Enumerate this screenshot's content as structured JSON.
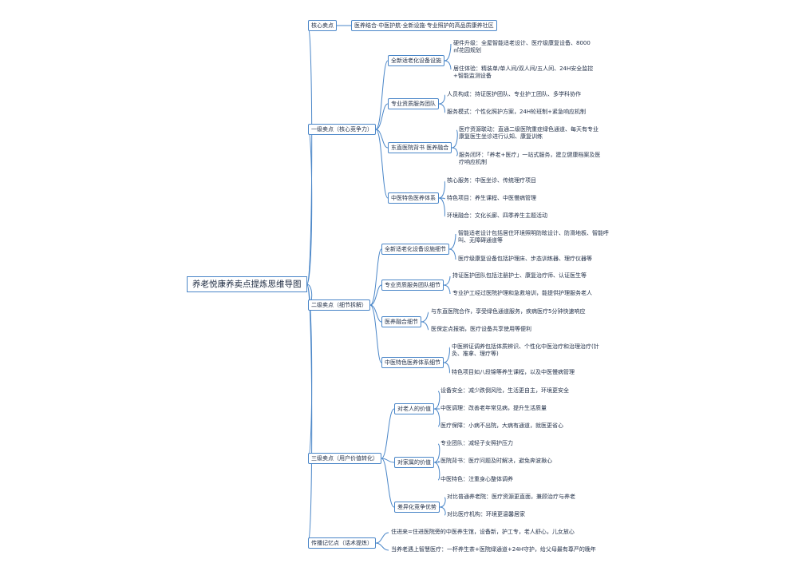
{
  "root": "养老悦康养卖点提炼思维导图",
  "branches": {
    "core": {
      "label": "核心卖点",
      "text": "医养结合·中医护航·全新设施·专业照护的高品质康养社区"
    },
    "level1": {
      "label": "一级卖点（核心竞争力）",
      "groups": [
        {
          "label": "全新适老化设备设施",
          "items": [
            "硬件升级：全屋智能适老设计、医疗级康复设备、8000㎡花园规划",
            "居住体验：精装单/单人间/双人间/五人间、24H安全监控+智能监测设备"
          ]
        },
        {
          "label": "专业资质服务团队",
          "items": [
            "人员构成：持证医护团队、专业护工团队、多学科协作",
            "服务模式：个性化照护方案，24H轮班制+紧急响应机制"
          ]
        },
        {
          "label": "东直医院背书 医养融合",
          "items": [
            "医疗资源联动：直通二级医院重症绿色通道、每天有专业康复医生坐诊进行认知、康复训练",
            "服务闭环：「养老+医疗」一站式服务，建立健康档案及医疗响应机制"
          ]
        },
        {
          "label": "中医特色医养体系",
          "items": [
            "核心服务：中医坐诊、传统理疗项目",
            "特色项目：养生课程、中医慢病管理",
            "环境融合：文化长廊、四季养生主题活动"
          ]
        }
      ]
    },
    "level2": {
      "label": "二级卖点（细节拆解）",
      "groups": [
        {
          "label": "全新适老化设备设施细节",
          "items": [
            "智能适老设计包括居住环境照明防眩设计、防滑地板、智能呼叫、无障碍通道等",
            "医疗级康复设备包括护理床、步态训练器、理疗仪器等"
          ]
        },
        {
          "label": "专业资质服务团队细节",
          "items": [
            "持证医护团队包括注册护士、康复治疗师、认证医生等",
            "专业护工经过医院护理和急救培训，能提供护理服务老人"
          ]
        },
        {
          "label": "医养融合细节",
          "items": [
            "与东直医院合作，享受绿色通道服务，疾病医疗5分钟快速响应",
            "医保定点报销，医疗设备共享使用等便利"
          ]
        },
        {
          "label": "中医特色医养体系细节",
          "items": [
            "中医辨证调养包括体质辨识、个性化中医治疗和治理治疗(针灸、推拿、理疗等)",
            "特色项目如八段锦等养生课程，以及中医慢病管理"
          ]
        }
      ]
    },
    "level3": {
      "label": "三级卖点（用户价值转化）",
      "groups": [
        {
          "label": "对老人的价值",
          "items": [
            "设备安全：减少跌倒风险，生活更自主，环境更安全",
            "中医调理：改善老年常见病，提升生活质量",
            "医疗保障：小病不出院，大病有通道，就医更省心"
          ]
        },
        {
          "label": "对家属的价值",
          "items": [
            "专业团队：减轻子女照护压力",
            "医院背书：医疗问题及时解决，避免奔波揪心",
            "中医特色：注重身心整体调养"
          ]
        },
        {
          "label": "差异化竞争优势",
          "items": [
            "对比普通养老院：医疗资源更直面，兼顾治疗与养老",
            "对比医疗机构：环境更温馨居家"
          ]
        }
      ]
    },
    "memory": {
      "label": "传播记忆点（话术提炼）",
      "items": [
        "住进来=住进医院旁的中医养生馆，设备新，护工专，老人舒心，儿女放心",
        "当养老遇上智慧医疗：一杯养生茶+医院绿通道+24H守护，给父母最有尊严的晚年"
      ]
    }
  }
}
